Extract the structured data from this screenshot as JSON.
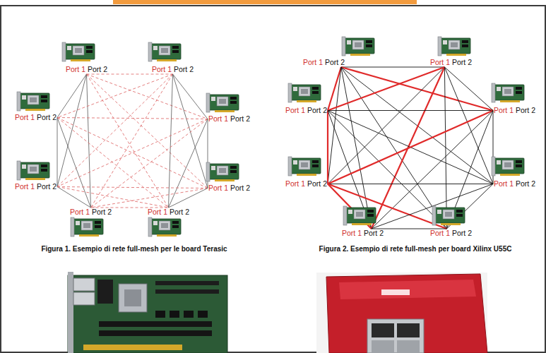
{
  "diagram": {
    "nodes": [
      {
        "text": [
          "Port 1",
          "Port 2"
        ]
      },
      {
        "text": [
          "Port 1",
          "Port 2"
        ]
      },
      {
        "text": [
          "Port 1",
          "Port 2"
        ]
      },
      {
        "text": [
          "Port 1",
          "Port 2"
        ]
      },
      {
        "text": [
          "Port 1",
          "Port 2"
        ]
      },
      {
        "text": [
          "Port 1",
          "Port 2"
        ]
      },
      {
        "text": [
          "Port 1",
          "Port 2"
        ]
      },
      {
        "text": [
          "Port 1",
          "Port 2"
        ]
      },
      {
        "text": [
          "Port 1",
          "Port 2"
        ]
      },
      {
        "text": [
          "Port 1",
          "Port 2"
        ]
      },
      {
        "text": [
          "Port 1",
          "Port 2"
        ]
      },
      {
        "text": [
          "Port 1",
          "Port 2"
        ]
      },
      {
        "text": [
          "Port 1",
          "Port 2"
        ]
      },
      {
        "text": [
          "Port 1",
          "Port 2"
        ]
      },
      {
        "text": [
          "Port 1",
          "Port 2"
        ]
      },
      {
        "text": [
          "Port 1",
          "Port 2"
        ]
      }
    ],
    "edges": [
      {
        "from": 0,
        "to": 1,
        "arrow": "none"
      },
      {
        "from": 0,
        "to": 2,
        "arrow": "none"
      },
      {
        "from": 0,
        "to": 3,
        "arrow": "none"
      },
      {
        "from": 0,
        "to": 4,
        "arrow": "none"
      },
      {
        "from": 0,
        "to": 5,
        "arrow": "none"
      },
      {
        "from": 0,
        "to": 6,
        "arrow": "none"
      },
      {
        "from": 0,
        "to": 7,
        "arrow": "none"
      },
      {
        "from": 1,
        "to": 2,
        "arrow": "none"
      },
      {
        "from": 1,
        "to": 3,
        "arrow": "none"
      },
      {
        "from": 1,
        "to": 4,
        "arrow": "none"
      },
      {
        "from": 1,
        "to": 5,
        "arrow": "none"
      },
      {
        "from": 1,
        "to": 6,
        "arrow": "none"
      },
      {
        "from": 1,
        "to": 7,
        "arrow": "none"
      },
      {
        "from": 2,
        "to": 3,
        "arrow": "none"
      },
      {
        "from": 2,
        "to": 4,
        "arrow": "none"
      },
      {
        "from": 2,
        "to": 5,
        "arrow": "none"
      },
      {
        "from": 2,
        "to": 6,
        "arrow": "none"
      },
      {
        "from": 2,
        "to": 7,
        "arrow": "none"
      },
      {
        "from": 3,
        "to": 4,
        "arrow": "none"
      },
      {
        "from": 3,
        "to": 5,
        "arrow": "none"
      },
      {
        "from": 3,
        "to": 6,
        "arrow": "none"
      },
      {
        "from": 3,
        "to": 7,
        "arrow": "none"
      },
      {
        "from": 4,
        "to": 5,
        "arrow": "none"
      },
      {
        "from": 4,
        "to": 6,
        "arrow": "none"
      },
      {
        "from": 4,
        "to": 7,
        "arrow": "none"
      },
      {
        "from": 5,
        "to": 6,
        "arrow": "none"
      },
      {
        "from": 5,
        "to": 7,
        "arrow": "none"
      },
      {
        "from": 6,
        "to": 7,
        "arrow": "none"
      },
      {
        "from": 8,
        "to": 9,
        "arrow": "none"
      },
      {
        "from": 8,
        "to": 10,
        "arrow": "none"
      },
      {
        "from": 8,
        "to": 11,
        "arrow": "none"
      },
      {
        "from": 8,
        "to": 12,
        "arrow": "none"
      },
      {
        "from": 8,
        "to": 13,
        "arrow": "none"
      },
      {
        "from": 8,
        "to": 14,
        "arrow": "none"
      },
      {
        "from": 8,
        "to": 15,
        "arrow": "none"
      },
      {
        "from": 9,
        "to": 10,
        "arrow": "none"
      },
      {
        "from": 9,
        "to": 11,
        "arrow": "none"
      },
      {
        "from": 9,
        "to": 12,
        "arrow": "none"
      },
      {
        "from": 9,
        "to": 13,
        "arrow": "none"
      },
      {
        "from": 9,
        "to": 14,
        "arrow": "none"
      },
      {
        "from": 9,
        "to": 15,
        "arrow": "none"
      },
      {
        "from": 10,
        "to": 11,
        "arrow": "none"
      },
      {
        "from": 10,
        "to": 12,
        "arrow": "none"
      },
      {
        "from": 10,
        "to": 13,
        "arrow": "none"
      },
      {
        "from": 10,
        "to": 14,
        "arrow": "none"
      },
      {
        "from": 10,
        "to": 15,
        "arrow": "none"
      },
      {
        "from": 11,
        "to": 12,
        "arrow": "none"
      },
      {
        "from": 11,
        "to": 13,
        "arrow": "none"
      },
      {
        "from": 11,
        "to": 14,
        "arrow": "none"
      },
      {
        "from": 11,
        "to": 15,
        "arrow": "none"
      },
      {
        "from": 12,
        "to": 13,
        "arrow": "none"
      },
      {
        "from": 12,
        "to": 14,
        "arrow": "none"
      },
      {
        "from": 12,
        "to": 15,
        "arrow": "none"
      },
      {
        "from": 13,
        "to": 14,
        "arrow": "none"
      },
      {
        "from": 13,
        "to": 15,
        "arrow": "none"
      },
      {
        "from": 14,
        "to": 15,
        "arrow": "none"
      }
    ],
    "labels": [
      "Figura 1. Esempio di rete full-mesh per le board Terasic",
      "Figura 2. Esempio di rete full-mesh per board Xilinx U55C"
    ]
  }
}
